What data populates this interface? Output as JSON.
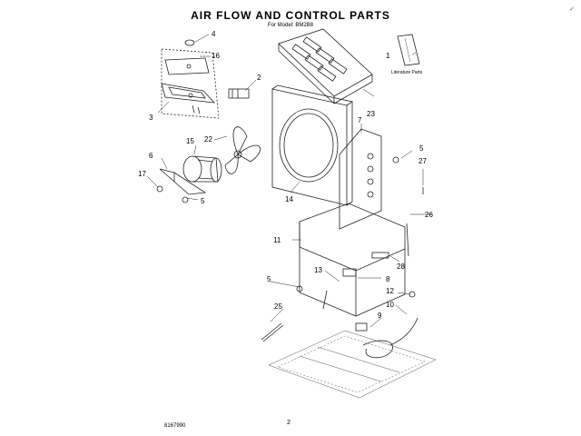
{
  "header": {
    "title": "AIR FLOW AND CONTROL PARTS",
    "subtitle": "For Model: BM2B8"
  },
  "footer": {
    "part_number": "8167990",
    "page": "2"
  },
  "literature_label": "Literature Parts",
  "corner_mark": "✓",
  "callouts": [
    "1",
    "2",
    "3",
    "4",
    "5",
    "5",
    "5",
    "6",
    "7",
    "8",
    "9",
    "10",
    "11",
    "12",
    "13",
    "14",
    "15",
    "16",
    "17",
    "22",
    "23",
    "25",
    "26",
    "27",
    "28"
  ]
}
